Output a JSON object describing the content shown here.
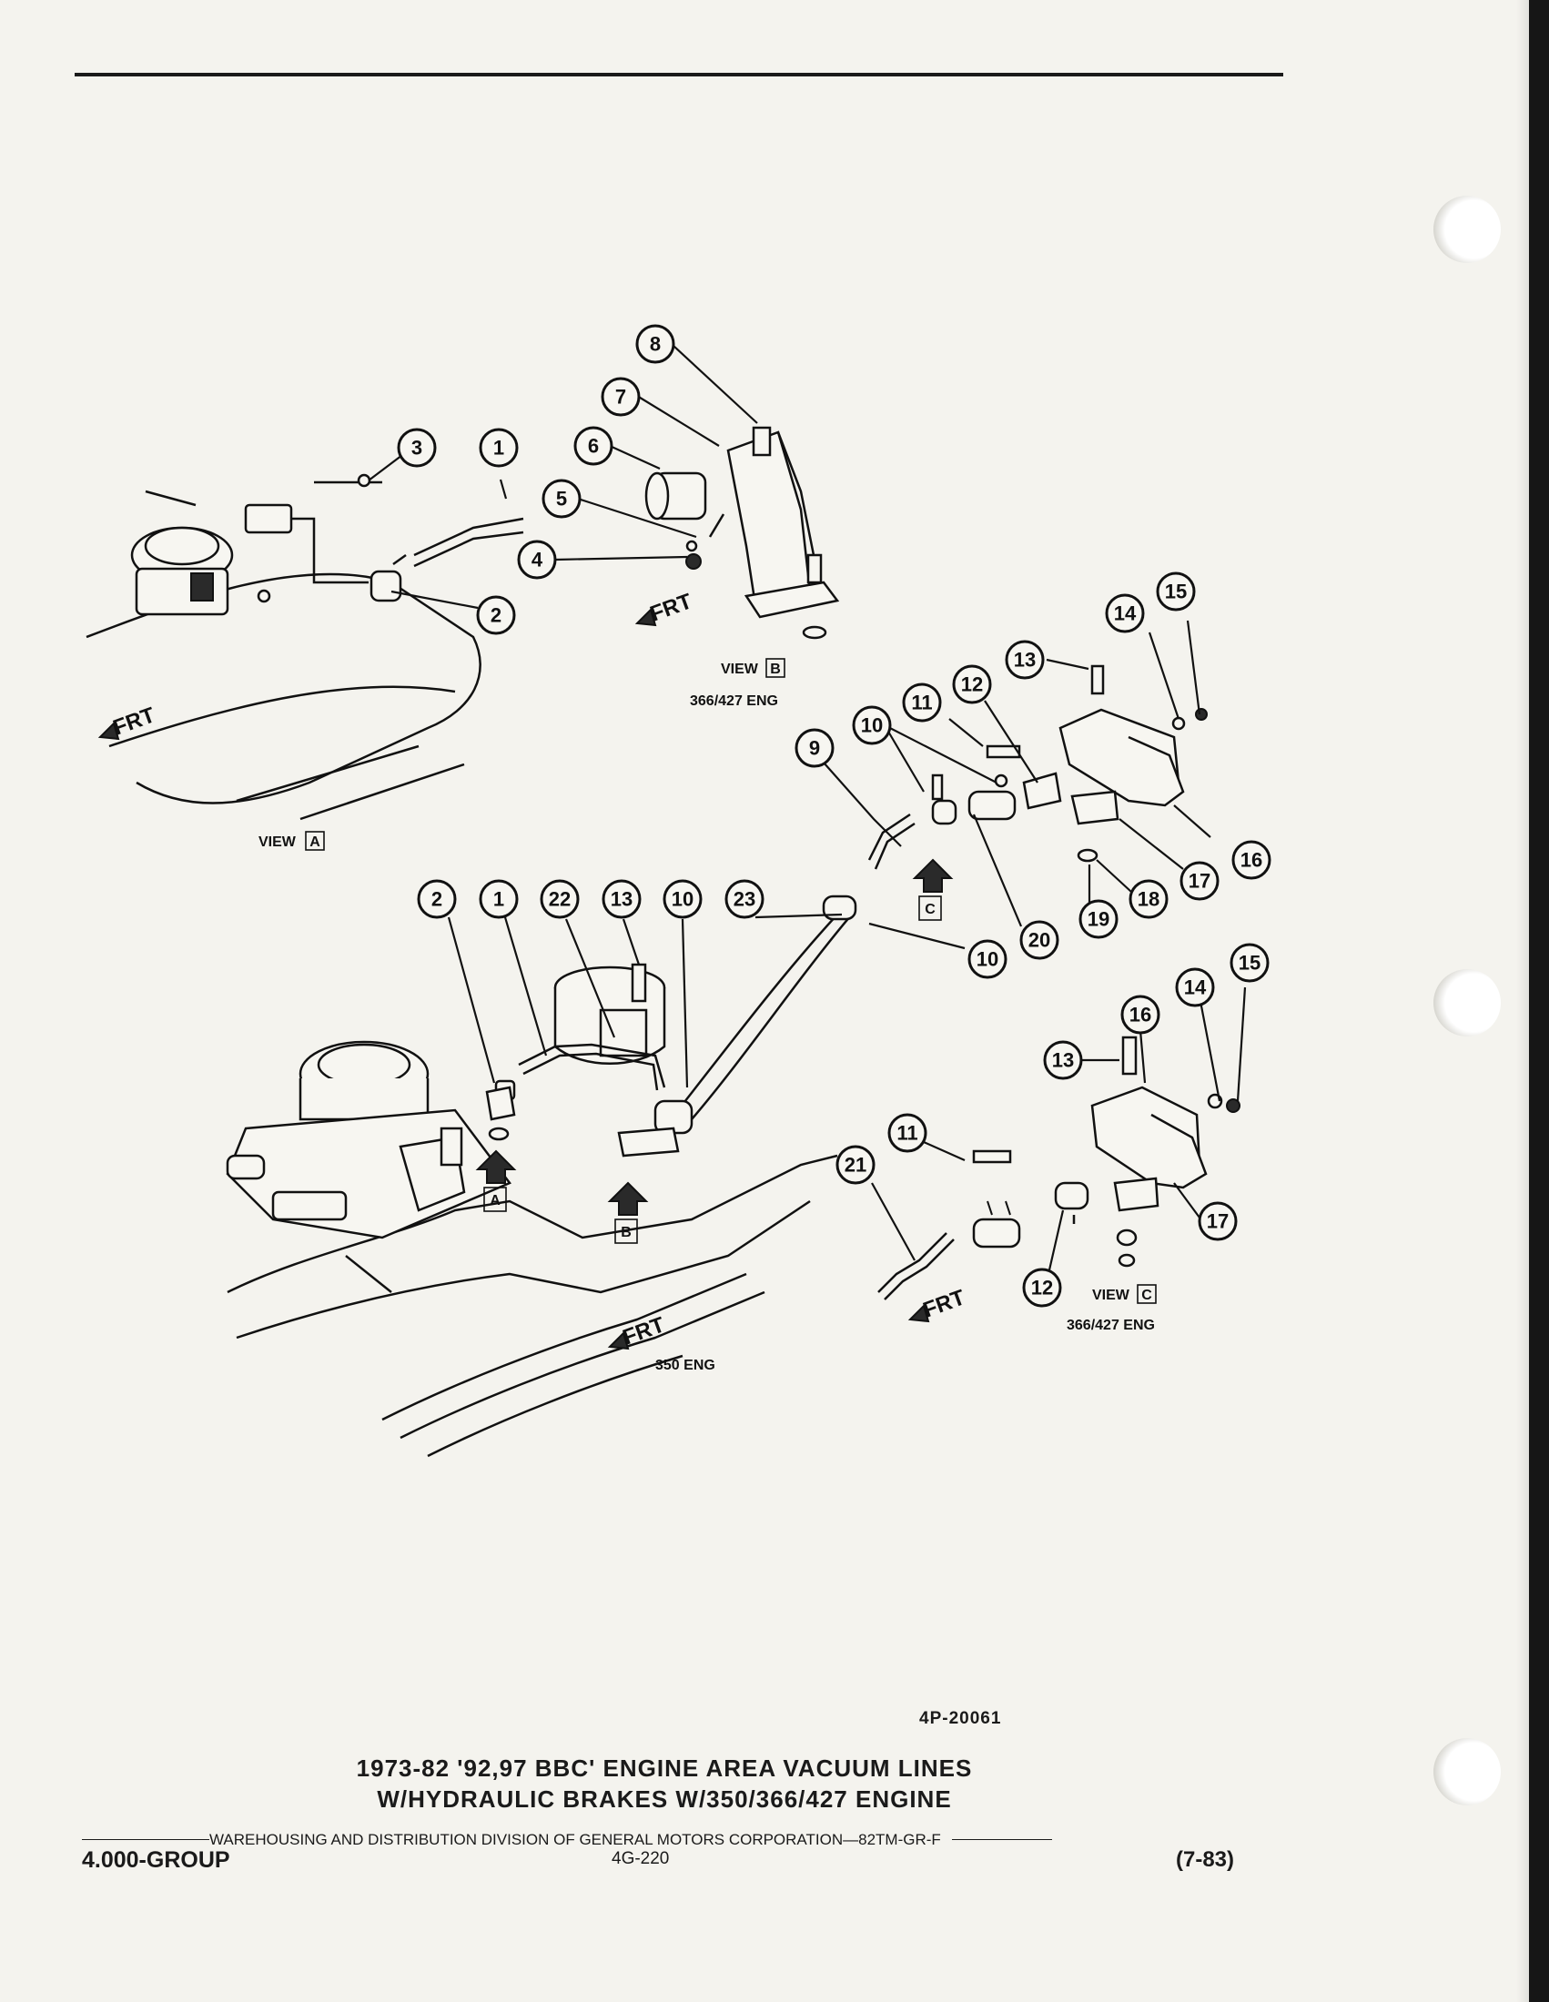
{
  "diagram": {
    "callouts": [
      "1",
      "2",
      "3",
      "4",
      "5",
      "6",
      "7",
      "8",
      "9",
      "10",
      "11",
      "12",
      "13",
      "14",
      "15",
      "16",
      "17",
      "18",
      "19",
      "20",
      "21",
      "22",
      "23"
    ],
    "view_labels": {
      "view_a": "VIEW",
      "view_a_letter": "A",
      "view_b": "VIEW",
      "view_b_letter": "B",
      "view_c": "VIEW",
      "view_c_letter": "C"
    },
    "engine_labels": {
      "view_b_engine": "366/427 ENG",
      "view_c_engine": "366/427 ENG",
      "main_engine": "350 ENG"
    },
    "frt": "FRT",
    "arrow_letters": [
      "A",
      "B",
      "C"
    ]
  },
  "figure_id": "4P-20061",
  "title": {
    "line1": "1973-82 '92,97 BBC' ENGINE AREA VACUUM LINES",
    "line2": "W/HYDRAULIC BRAKES  W/350/366/427 ENGINE"
  },
  "footer": {
    "division_line": "WAREHOUSING AND DISTRIBUTION  DIVISION OF GENERAL MOTORS CORPORATION—82TM-GR-F",
    "group": "4.000-GROUP",
    "page": "4G-220",
    "date": "(7-83)"
  }
}
